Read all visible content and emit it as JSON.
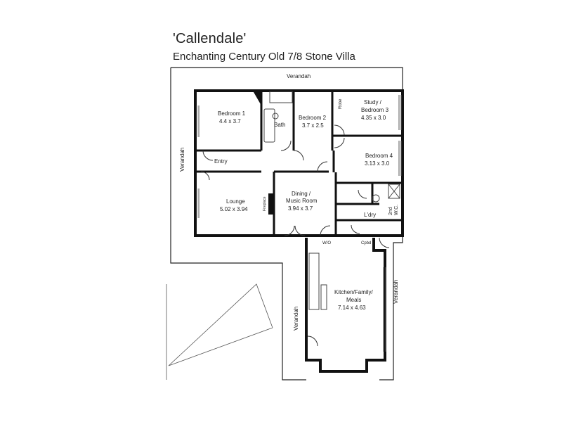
{
  "header": {
    "title": "'Callendale'",
    "subtitle": "Enchanting Century Old 7/8 Stone Villa"
  },
  "rooms": {
    "bedroom1": {
      "name": "Bedroom 1",
      "size": "4.4 x 3.7"
    },
    "bedroom2": {
      "name": "Bedroom 2",
      "size": "3.7 x 2.5"
    },
    "bath": {
      "name": "Bath"
    },
    "study": {
      "name1": "Study /",
      "name2": "Bedroom 3",
      "size": "4.35 x 3.0"
    },
    "robe": {
      "name": "Robe"
    },
    "bedroom4": {
      "name": "Bedroom 4",
      "size": "3.13 x 3.0"
    },
    "entry": {
      "name": "Entry"
    },
    "lounge": {
      "name": "Lounge",
      "size": "5.02 x 3.94"
    },
    "fireplace": {
      "name": "Fireplace"
    },
    "dining": {
      "name1": "Dining /",
      "name2": "Music Room",
      "size": "3.94 x 3.7"
    },
    "ldry": {
      "name": "L'dry"
    },
    "wc": {
      "name1": "2nd",
      "name2": "W.C."
    },
    "kitchen": {
      "name1": "Kitchen/Family/",
      "name2": "Meals",
      "size": "7.14 x 4.63"
    },
    "cpbd": {
      "name": "Cpbd"
    },
    "wo": {
      "name": "W/O"
    }
  },
  "verandahs": {
    "top": "Verandah",
    "left": "Verandah",
    "kitchen_left": "Verandah",
    "kitchen_right": "Verandah"
  }
}
